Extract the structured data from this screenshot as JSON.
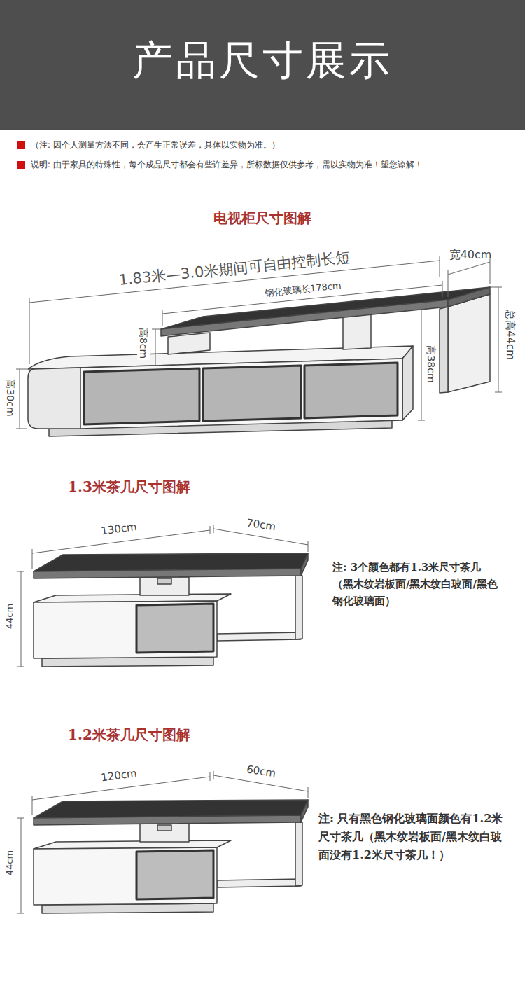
{
  "diagram": {
    "title": "产品尺寸展示",
    "labels": [
      "（注: 因个人测量方法不同，会产生正常误差，具体以实物为准。）",
      "说明: 由于家具的特殊性，每个成品尺寸都会有些许差异，所标数据仅供参考，需以实物为准！望您谅解！",
      "电视柜尺寸图解",
      "1.83米—3.0米期间可自由控制长短",
      "宽40cm",
      "钢化玻璃长178cm",
      "总高44cm",
      "高8cm",
      "高38cm",
      "高30cm",
      "1.3米茶几尺寸图解",
      "130cm",
      "70cm",
      "44cm",
      "注: 3个颜色都有1.3米尺寸茶几（黑木纹岩板面/黑木纹白玻面/黑色钢化玻璃面）",
      "1.2米茶几尺寸图解",
      "120cm",
      "60cm",
      "44cm",
      "注: 只有黑色钢化玻璃面颜色有1.2米尺寸茶几（黑木纹岩板面/黑木纹白玻面没有1.2米尺寸茶几！）"
    ]
  }
}
